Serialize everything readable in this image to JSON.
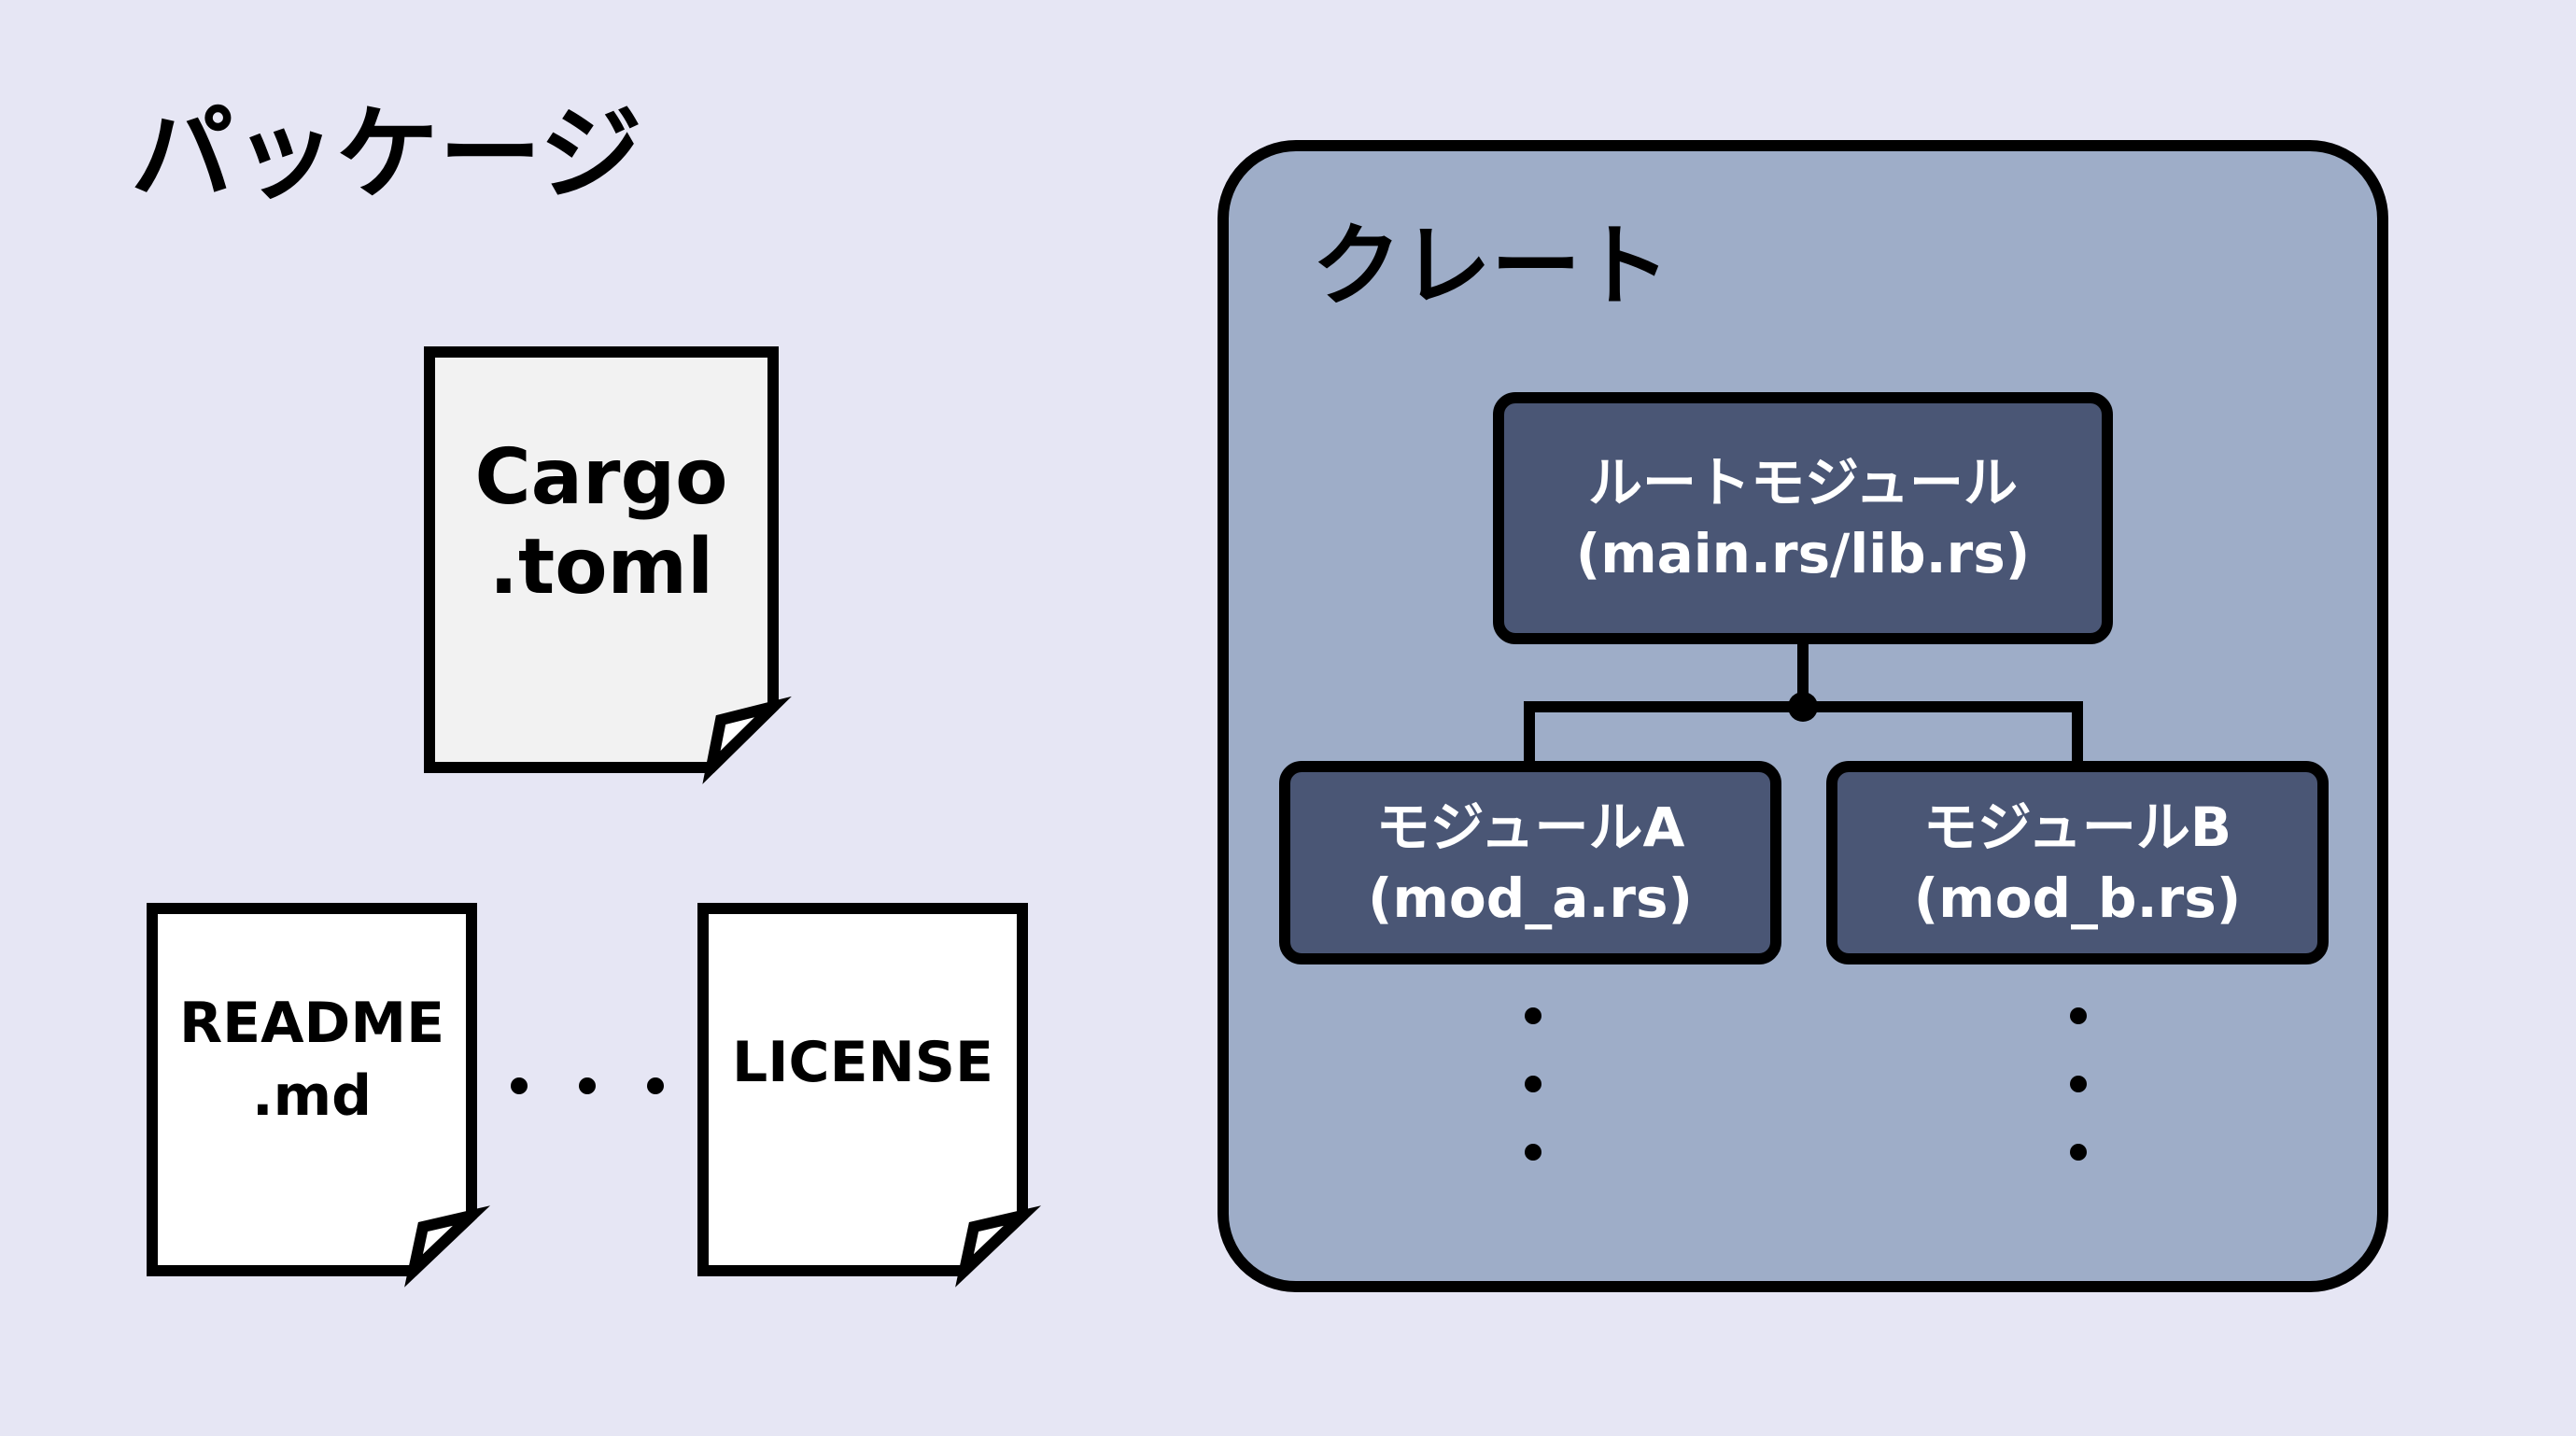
{
  "package": {
    "title": "パッケージ",
    "files": [
      {
        "lines": [
          "Cargo",
          ".toml"
        ]
      },
      {
        "lines": [
          "README",
          ".md"
        ]
      },
      {
        "lines": [
          "LICENSE"
        ]
      }
    ],
    "ellipsis": "• • •"
  },
  "crate": {
    "title": "クレート",
    "root_module": {
      "line1": "ルートモジュール",
      "line2": "(main.rs/lib.rs)"
    },
    "module_a": {
      "line1": "モジュールA",
      "line2": "(mod_a.rs)"
    },
    "module_b": {
      "line1": "モジュールB",
      "line2": "(mod_b.rs)"
    }
  },
  "colors": {
    "background": "#e6e6f4",
    "crate_fill": "#9eadc8",
    "module_fill": "#4a5675",
    "cargo_fill": "#f2f2f2",
    "doc_fill": "#ffffff",
    "stroke": "#000000"
  }
}
